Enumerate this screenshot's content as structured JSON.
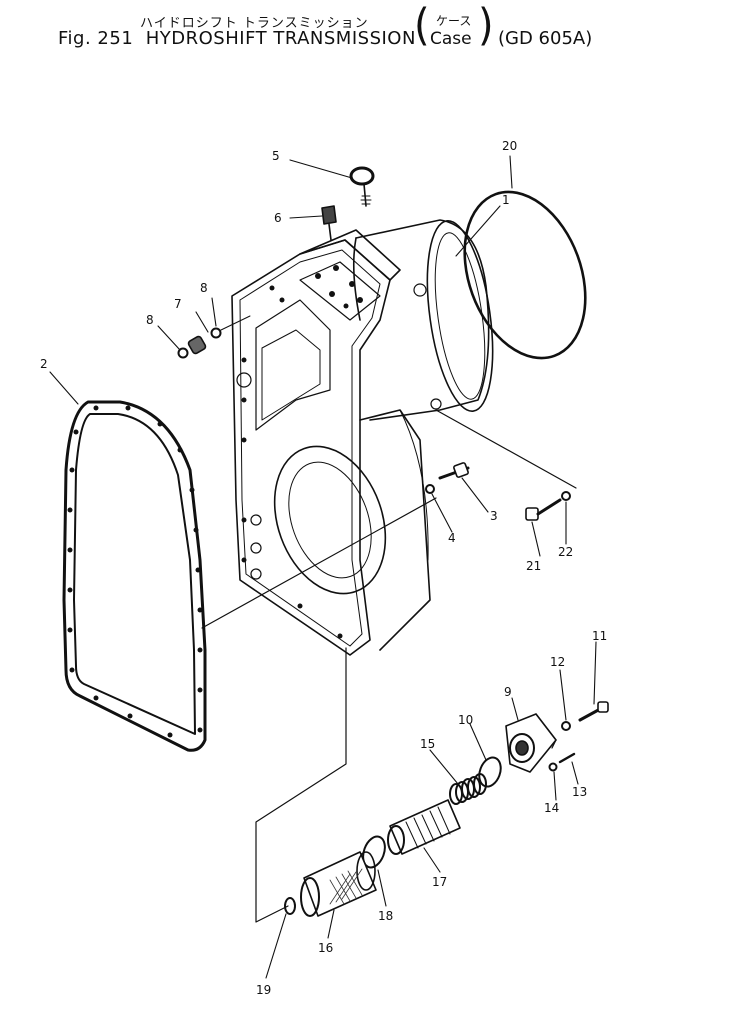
{
  "header": {
    "fig_label": "Fig. 251",
    "title_jp": "ハイドロシフト トランスミッション",
    "title_en": "HYDROSHIFT TRANSMISSION",
    "sub_jp": "ケース",
    "sub_en": "Case",
    "model": "(GD 605A)"
  },
  "callouts": [
    "1",
    "2",
    "3",
    "4",
    "5",
    "6",
    "7",
    "8",
    "8",
    "9",
    "10",
    "11",
    "12",
    "13",
    "14",
    "15",
    "16",
    "17",
    "18",
    "19",
    "20",
    "21",
    "22"
  ]
}
